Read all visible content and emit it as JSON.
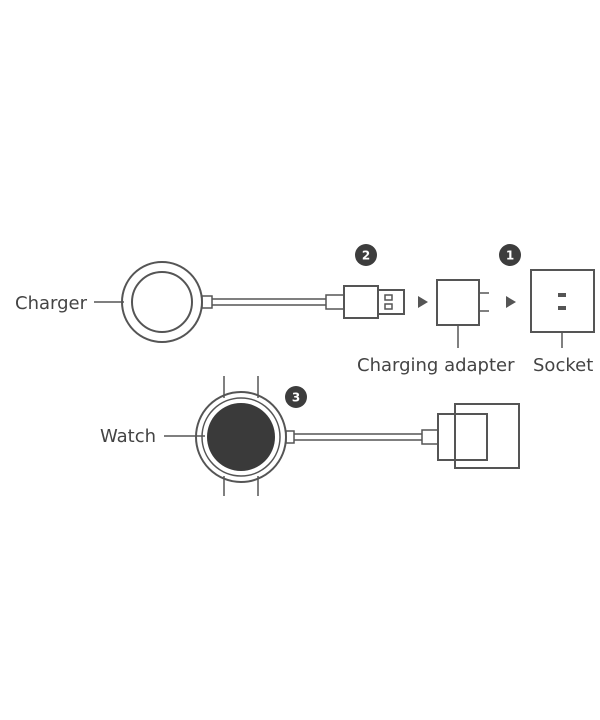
{
  "labels": {
    "charger": "Charger",
    "charging_adapter": "Charging adapter",
    "socket": "Socket",
    "watch": "Watch"
  },
  "steps": {
    "adapter_to_socket": "1",
    "usb_to_adapter": "2",
    "watch_on_charger": "3"
  },
  "colors": {
    "line": "#555555",
    "badge": "#3d3d3d",
    "watch_face": "#3a3a3a",
    "text": "#444444"
  }
}
